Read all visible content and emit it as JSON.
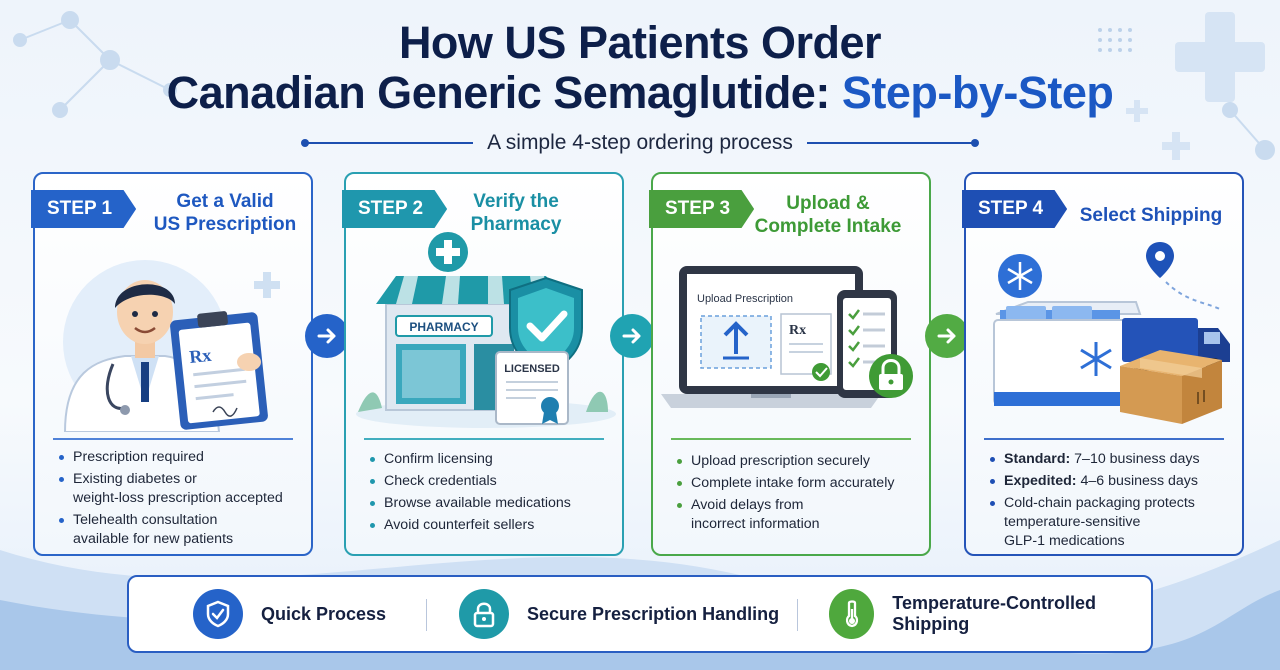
{
  "title": {
    "line1": "How US Patients Order",
    "line2_main": "Canadian Generic Semaglutide: ",
    "line2_highlight": "Step-by-Step"
  },
  "subtitle": "A simple 4-step ordering process",
  "steps": [
    {
      "badge": "STEP 1",
      "title_line1": "Get a Valid",
      "title_line2": "US Prescription",
      "icons": [
        "doctor-icon",
        "prescription-clipboard-icon"
      ],
      "bullets": [
        [
          "Prescription required"
        ],
        [
          "Existing diabetes or",
          "weight-loss prescription accepted"
        ],
        [
          "Telehealth consultation",
          "available for new patients"
        ]
      ]
    },
    {
      "badge": "STEP 2",
      "title_line1": "Verify the",
      "title_line2": "Pharmacy",
      "sign_text": "PHARMACY",
      "certificate_text": "LICENSED",
      "icons": [
        "pharmacy-storefront-icon",
        "shield-check-icon",
        "certificate-icon"
      ],
      "bullets": [
        [
          "Confirm licensing"
        ],
        [
          "Check credentials"
        ],
        [
          "Browse available medications"
        ],
        [
          "Avoid counterfeit sellers"
        ]
      ]
    },
    {
      "badge": "STEP 3",
      "title_line1": "Upload &",
      "title_line2": "Complete Intake",
      "screen_text": "Upload Prescription",
      "icons": [
        "laptop-upload-icon",
        "phone-checklist-icon",
        "lock-icon"
      ],
      "bullets": [
        [
          "Upload prescription securely"
        ],
        [
          "Complete intake form accurately"
        ],
        [
          "Avoid delays from",
          "incorrect information"
        ]
      ]
    },
    {
      "badge": "STEP 4",
      "title_line1": "Select Shipping",
      "title_line2": "",
      "icons": [
        "snowflake-icon",
        "location-pin-icon",
        "cooler-box-icon",
        "delivery-truck-icon",
        "parcel-box-icon"
      ],
      "bullets": [
        {
          "strong": "Standard:",
          "rest": " 7–10 business days"
        },
        {
          "strong": "Expedited:",
          "rest": " 4–6 business days"
        },
        {
          "lines": [
            "Cold-chain packaging protects",
            "temperature-sensitive",
            "GLP-1 medications"
          ]
        }
      ]
    }
  ],
  "footer": [
    {
      "label": "Quick Process",
      "icon": "shield-check-icon",
      "color": "#2563c9"
    },
    {
      "label": "Secure Prescription Handling",
      "icon": "lock-icon",
      "color": "#1f9aa8"
    },
    {
      "label": "Temperature-Controlled Shipping",
      "icon": "thermometer-icon",
      "color": "#4fa83d"
    }
  ],
  "colors": {
    "step1": "#2563c9",
    "step2": "#1f97ad",
    "step3": "#4a9f3e",
    "step4": "#1e4fb4",
    "title": "#0d1f4a"
  }
}
